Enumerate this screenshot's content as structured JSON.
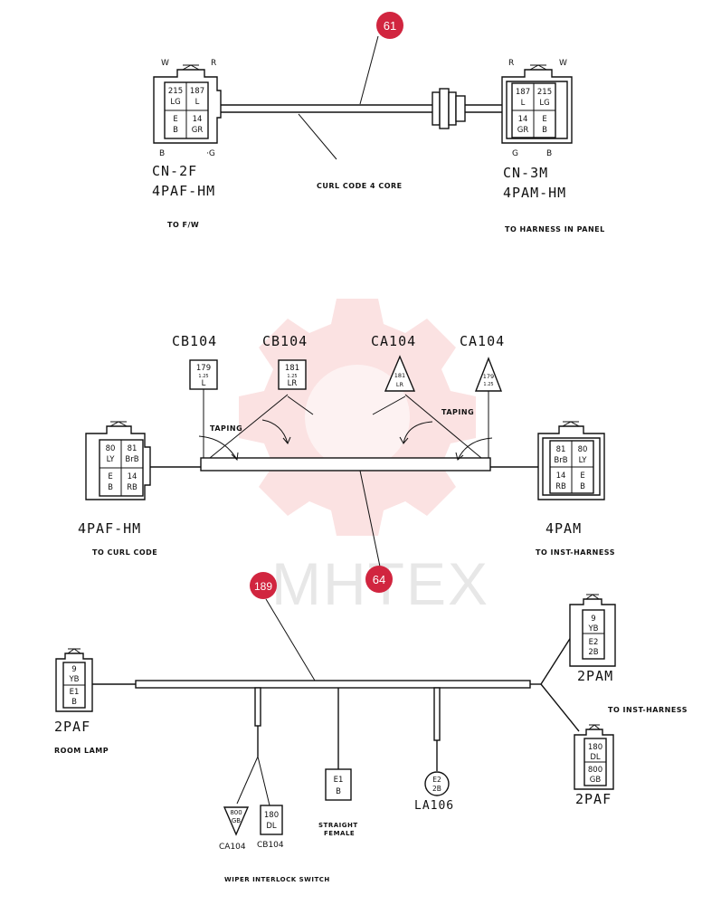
{
  "watermark": {
    "text": "MHTEX",
    "color": "#e84a4a"
  },
  "badge_color": "#d1253f",
  "callouts": [
    "61",
    "64",
    "189"
  ],
  "section1": {
    "left_connector": {
      "name": "CN-2F",
      "type": "4PAF-HM",
      "dest": "TO F/W",
      "pins": {
        "top_left": "W",
        "top_right": "R",
        "bottom_left": "B",
        "bottom_right": "·G"
      },
      "cells": [
        [
          "215",
          "LG"
        ],
        [
          "187",
          "L"
        ],
        [
          "E",
          "B"
        ],
        [
          "14",
          "GR"
        ]
      ]
    },
    "right_connector": {
      "name": "CN-3M",
      "type": "4PAM-HM",
      "dest": "TO HARNESS IN PANEL",
      "pins": {
        "top_left": "R",
        "top_right": "W",
        "bottom_left": "G",
        "bottom_right": "B"
      },
      "cells": [
        [
          "187",
          "L"
        ],
        [
          "215",
          "LG"
        ],
        [
          "14",
          "GR"
        ],
        [
          "E",
          "B"
        ]
      ]
    },
    "cable_label": "CURL CODE 4 CORE"
  },
  "section2": {
    "left_connector": {
      "type": "4PAF-HM",
      "dest": "TO CURL CODE",
      "cells": [
        [
          "80",
          "LY"
        ],
        [
          "81",
          "BrB"
        ],
        [
          "E",
          "B"
        ],
        [
          "14",
          "RB"
        ]
      ]
    },
    "right_connector": {
      "type": "4PAM",
      "dest": "TO INST-HARNESS",
      "cells": [
        [
          "81",
          "BrB"
        ],
        [
          "80",
          "LY"
        ],
        [
          "14",
          "RB"
        ],
        [
          "E",
          "B"
        ]
      ]
    },
    "terminals": [
      {
        "label": "CB104",
        "num": "179",
        "size": "1.25",
        "color": "L"
      },
      {
        "label": "CB104",
        "num": "181",
        "size": "1.25",
        "color": "LR"
      },
      {
        "label": "CA104",
        "num": "181",
        "size": "",
        "color": "LR"
      },
      {
        "label": "CA104",
        "num": "179",
        "size": "1.25",
        "color": "L"
      }
    ],
    "taping": [
      "TAPING",
      "TAPING"
    ]
  },
  "section3": {
    "left_connector": {
      "type": "2PAF",
      "dest": "ROOM LAMP",
      "cells": [
        [
          "9",
          "YB"
        ],
        [
          "E1",
          "B"
        ]
      ]
    },
    "upper_right": {
      "type": "2PAM",
      "cells": [
        [
          "9",
          "YB"
        ],
        [
          "E2",
          "2B"
        ]
      ]
    },
    "lower_right": {
      "type": "2PAF",
      "cells": [
        [
          "180",
          "DL"
        ],
        [
          "800",
          "GB"
        ]
      ]
    },
    "right_dest": "TO INST-HARNESS",
    "wiper": {
      "ca_cell": [
        "800",
        "GB"
      ],
      "cb_cell": [
        "180",
        "DL"
      ],
      "ca_label": "CA104",
      "cb_label": "CB104",
      "caption": "WIPER INTERLOCK SWITCH"
    },
    "straight": {
      "cell": [
        "E1",
        "B"
      ],
      "caption": [
        "STRAIGHT",
        "FEMALE"
      ]
    },
    "la": {
      "cell": [
        "E2",
        "2B"
      ],
      "label": "LA106"
    }
  }
}
